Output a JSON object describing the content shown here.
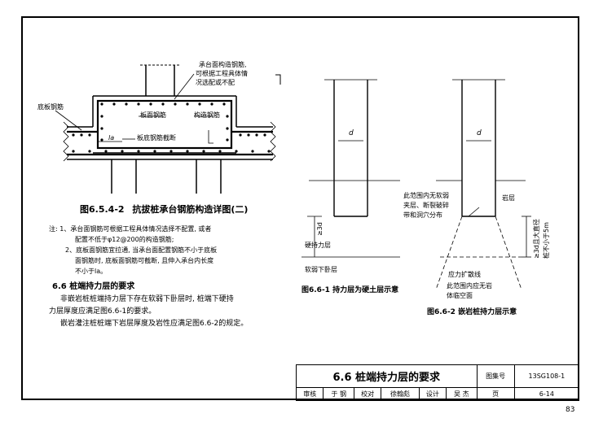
{
  "fig1": {
    "note_top_l1": "承台面构造钢筋,",
    "note_top_l2": "可根据工程具体情",
    "note_top_l3": "况选配或不配",
    "bottom_rebar": "底板钢筋",
    "top_rebar": "板面钢筋",
    "construct_rebar": "构造钢筋",
    "la": "la",
    "cut_label": "板底钢筋截断",
    "caption_prefix": "图6.5.4-2",
    "caption": "抗拔桩承台钢筋构造详图(二)"
  },
  "notes": {
    "n1_l1": "注: 1、承台面钢筋可根据工程具体情况选择不配置, 或者",
    "n1_l2": "配置不低于φ12@200的构造钢筋;",
    "n2_l1": "2、底板面钢筋宜拉通, 当承台面配置钢筋不小于底板",
    "n2_l2": "面钢筋时, 底板面钢筋可截断, 且伸入承台内长度",
    "n2_l3": "不小于la。"
  },
  "section": {
    "heading": "6.6  桩端持力层的要求",
    "p1_l1": "非嵌岩桩桩端持力层下存在软弱下卧层时, 桩端下硬持",
    "p1_l2": "力层厚度应满足图6.6-1的要求。",
    "p2": "嵌岩灌注桩桩端下岩层厚度及岩性应满足图6.6-2的规定。"
  },
  "fig2": {
    "d": "d",
    "bearing": "硬持力层",
    "thickness": "≥3d",
    "weak": "软弱下卧层",
    "caption": "图6.6-1  持力层为硬土层示意"
  },
  "fig3": {
    "d": "d",
    "rock": "岩层",
    "no_weak_l1": "此范围内无软弱",
    "no_weak_l2": "夹层、断裂破碎",
    "no_weak_l3": "带和洞穴分布",
    "depth_l1": "≥3d且大直径",
    "depth_l2": "桩不小于5m",
    "stress_line": "应力扩散线",
    "no_void_l1": "此范围内应无岩",
    "no_void_l2": "体临空面",
    "caption": "图6.6-2  嵌岩桩持力层示意"
  },
  "title_block": {
    "title": "6.6  桩端持力层的要求",
    "atlas_label": "图集号",
    "atlas_no": "13SG108-1",
    "page_label": "页",
    "page_no": "6-14",
    "review_label": "审核",
    "reviewer": "于  钢",
    "check_label": "校对",
    "checker": "徐翰彪",
    "design_label": "设计",
    "designer": "吴  杰"
  },
  "page_number": "83"
}
